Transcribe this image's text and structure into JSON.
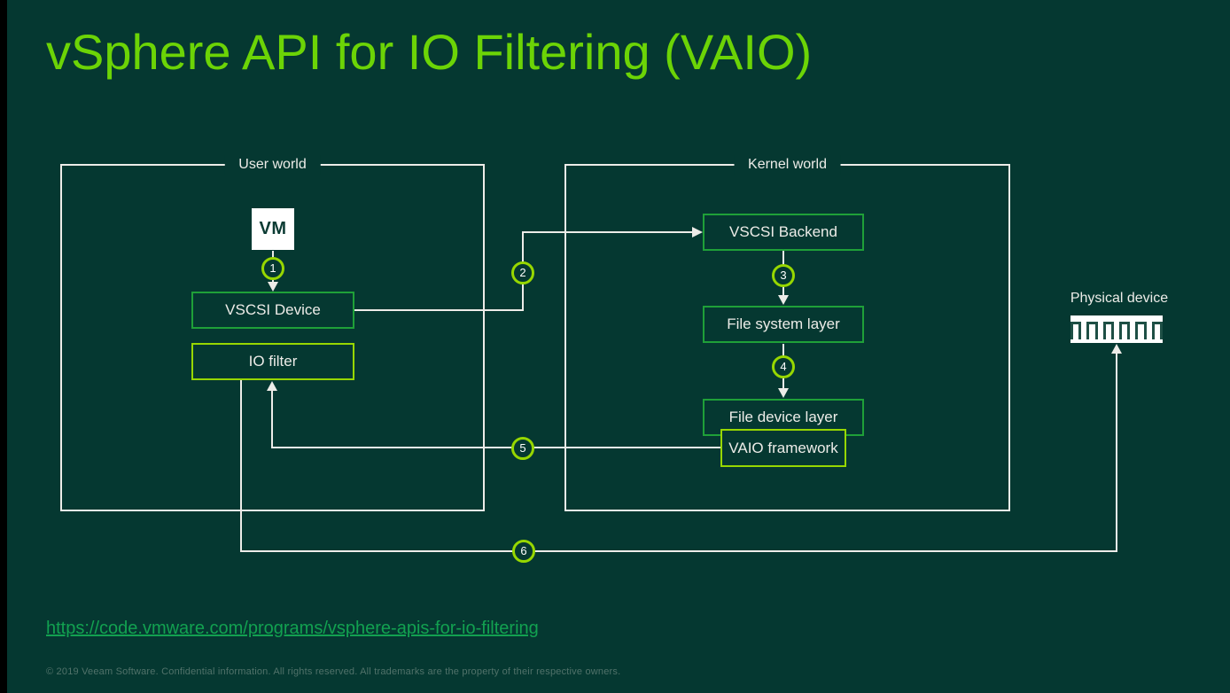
{
  "title": "vSphere API for IO Filtering (VAIO)",
  "groups": {
    "user_world": "User world",
    "kernel_world": "Kernel world"
  },
  "nodes": {
    "vm": "VM",
    "vscsi_device": "VSCSI Device",
    "io_filter": "IO filter",
    "vscsi_backend": "VSCSI Backend",
    "file_system_layer": "File system layer",
    "file_device_layer": "File device layer",
    "vaio_framework": "VAIO framework",
    "physical_device": "Physical device"
  },
  "steps": [
    "1",
    "2",
    "3",
    "4",
    "5",
    "6"
  ],
  "flow": [
    {
      "step": "1",
      "from": "VM",
      "to": "VSCSI Device"
    },
    {
      "step": "2",
      "from": "VSCSI Device",
      "to": "VSCSI Backend"
    },
    {
      "step": "3",
      "from": "VSCSI Backend",
      "to": "File system layer"
    },
    {
      "step": "4",
      "from": "File system layer",
      "to": "File device layer"
    },
    {
      "step": "5",
      "from": "VAIO framework",
      "to": "IO filter"
    },
    {
      "step": "6",
      "from": "IO filter",
      "to": "Physical device"
    }
  ],
  "link": {
    "url": "https://code.vmware.com/programs/vsphere-apis-for-io-filtering"
  },
  "footer": {
    "text": "© 2019 Veeam Software. Confidential information. All rights reserved. All trademarks are the property of their respective owners."
  },
  "colors": {
    "background": "#053831",
    "title_green": "#6CD406",
    "box_green": "#1FA038",
    "box_lime": "#97D700",
    "line_white": "#EDECE8",
    "link_green": "#12A150",
    "footer_gray": "#51726A"
  }
}
